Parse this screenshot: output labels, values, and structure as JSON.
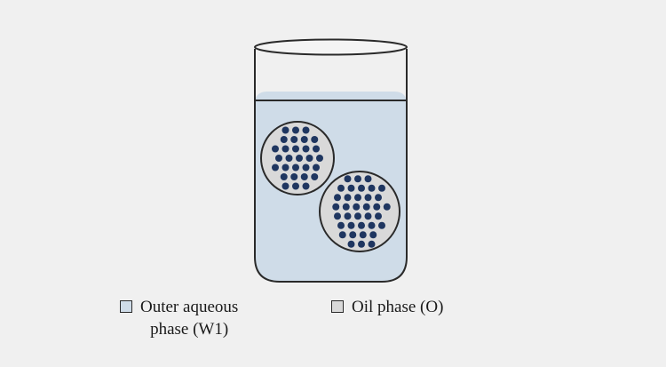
{
  "diagram": {
    "colors": {
      "background": "#f0f0f0",
      "outer_aqueous_phase": "#cfdce8",
      "oil_phase": "#d9d9d9",
      "inner_droplet": "#1f3660",
      "outline": "#2a2a2a"
    }
  },
  "legend": {
    "items": [
      {
        "line1": "Outer aqueous",
        "line2": "phase (W1)",
        "color": "#cfdce8"
      },
      {
        "line1": "Oil phase (O)",
        "line2": "",
        "color": "#d9d9d9"
      }
    ]
  }
}
